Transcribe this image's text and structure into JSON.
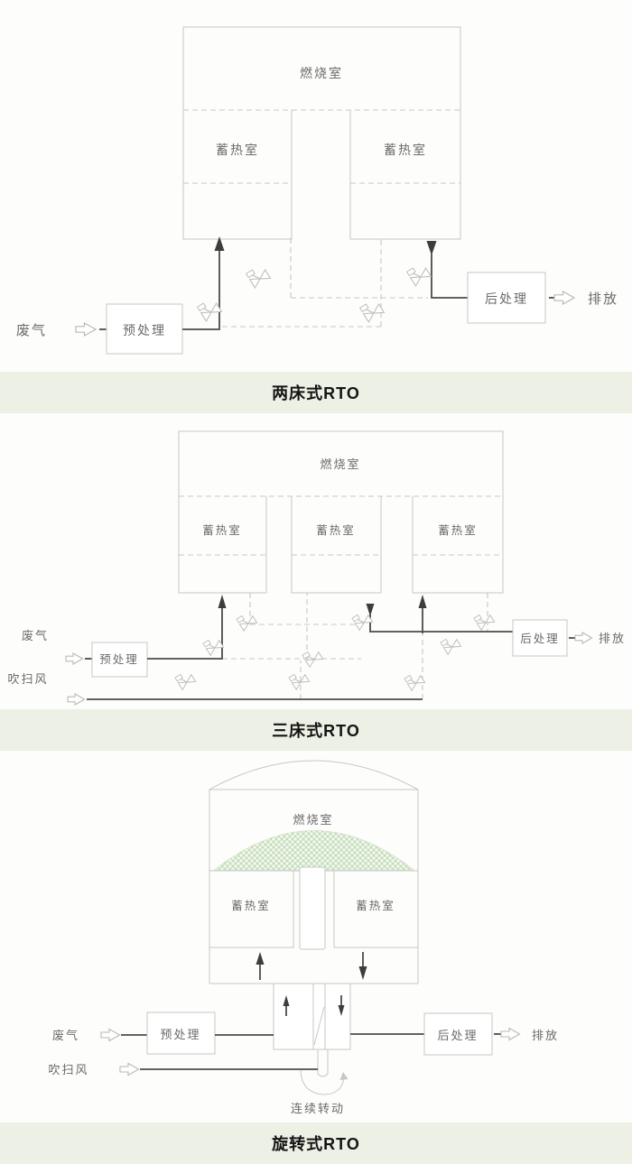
{
  "colors": {
    "caption_bg": "#edf0e4",
    "caption_text": "#141414",
    "solid_line": "#4b4b4b",
    "light_line": "#c6c8c0",
    "label_text": "#6a6a6a",
    "hatch_green": "#b9d6ae"
  },
  "icons": {
    "flow_arrow": "hollow-block-arrow-right",
    "valve": "butterfly-valve-bowtie",
    "rotation": "rotation-arc-arrow"
  },
  "diagrams": [
    {
      "caption": "两床式RTO",
      "labels": {
        "combustion": "燃烧室",
        "inlet": "废气",
        "pretreatment": "预处理",
        "posttreatment": "后处理",
        "outlet": "排放"
      },
      "regenerators": [
        "蓄热室",
        "蓄热室"
      ]
    },
    {
      "caption": "三床式RTO",
      "labels": {
        "combustion": "燃烧室",
        "inlet": "废气",
        "purge": "吹扫风",
        "pretreatment": "预处理",
        "posttreatment": "后处理",
        "outlet": "排放"
      },
      "regenerators": [
        "蓄热室",
        "蓄热室",
        "蓄热室"
      ]
    },
    {
      "caption": "旋转式RTO",
      "labels": {
        "combustion": "燃烧室",
        "inlet": "废气",
        "purge": "吹扫风",
        "pretreatment": "预处理",
        "posttreatment": "后处理",
        "outlet": "排放",
        "rotation": "连续转动"
      },
      "regenerators": [
        "蓄热室",
        "蓄热室"
      ]
    }
  ]
}
